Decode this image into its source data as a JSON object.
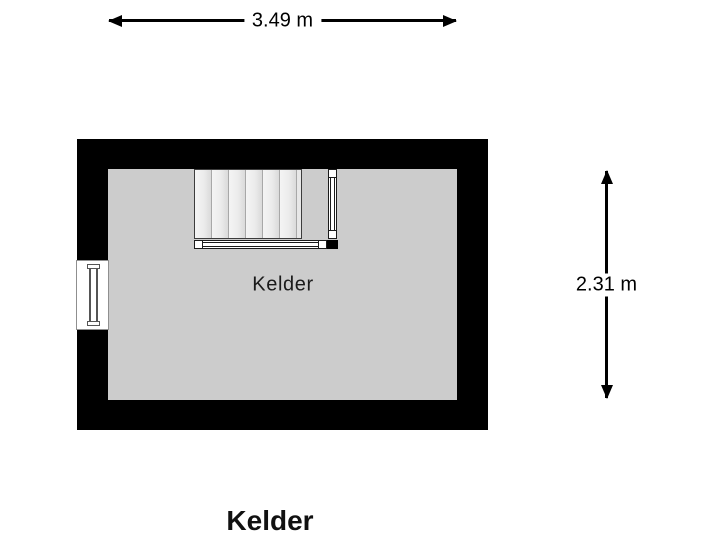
{
  "floorplan": {
    "title": "Kelder",
    "room": {
      "label": "Kelder"
    },
    "dimensions": {
      "width_label": "3.49 m",
      "height_label": "2.31 m"
    },
    "stairs": {
      "tread_count": 6
    },
    "colors": {
      "background": "#ffffff",
      "wall": "#000000",
      "floor": "#cccccc",
      "dimension_line": "#000000",
      "label_pill": "#ffffff",
      "text": "#1a1a1a"
    }
  }
}
